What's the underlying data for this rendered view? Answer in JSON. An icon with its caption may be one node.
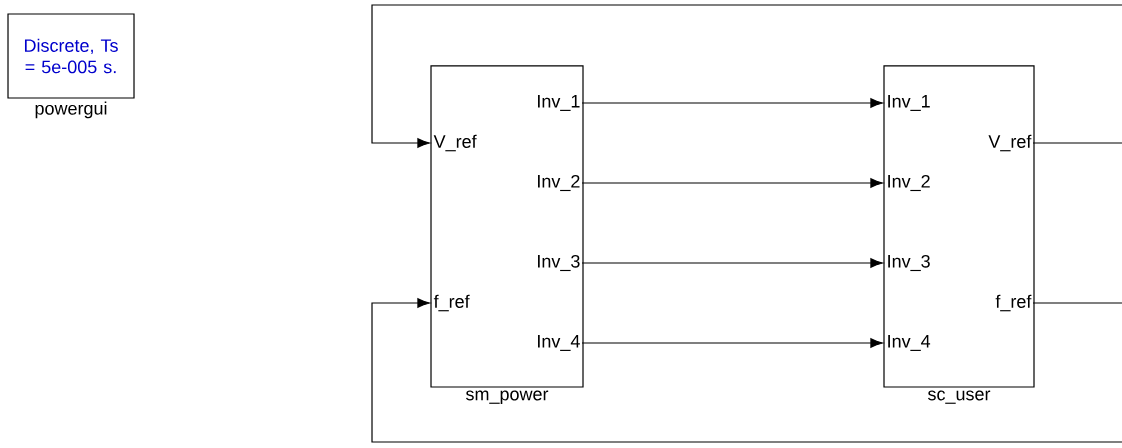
{
  "diagram": {
    "nodes": [
      {
        "text": [
          "Discrete, Ts = 5e-005 s.",
          "powergui"
        ]
      },
      {
        "text": [
          "sm_power"
        ]
      },
      {
        "text": [
          "V_ref"
        ],
        "in": 1
      },
      {
        "text": [
          "f_ref"
        ],
        "in": 1
      },
      {
        "text": [
          "Inv_1"
        ],
        "in": 1
      },
      {
        "text": [
          "Inv_2"
        ],
        "in": 1
      },
      {
        "text": [
          "Inv_3"
        ],
        "in": 1
      },
      {
        "text": [
          "Inv_4"
        ],
        "in": 1
      },
      {
        "text": [
          "sc_user"
        ]
      },
      {
        "text": [
          "Inv_1"
        ],
        "in": 8
      },
      {
        "text": [
          "Inv_2"
        ],
        "in": 8
      },
      {
        "text": [
          "Inv_3"
        ],
        "in": 8
      },
      {
        "text": [
          "Inv_4"
        ],
        "in": 8
      },
      {
        "text": [
          "V_ref"
        ],
        "in": 8
      },
      {
        "text": [
          "f_ref"
        ],
        "in": 8
      }
    ],
    "edges": [
      {
        "from": 4,
        "to": 9,
        "arrow": "to"
      },
      {
        "from": 5,
        "to": 10,
        "arrow": "to"
      },
      {
        "from": 6,
        "to": 11,
        "arrow": "to"
      },
      {
        "from": 7,
        "to": 12,
        "arrow": "to"
      },
      {
        "from": 13,
        "to": 2,
        "arrow": "to"
      },
      {
        "from": 14,
        "to": 3,
        "arrow": "to"
      }
    ]
  }
}
